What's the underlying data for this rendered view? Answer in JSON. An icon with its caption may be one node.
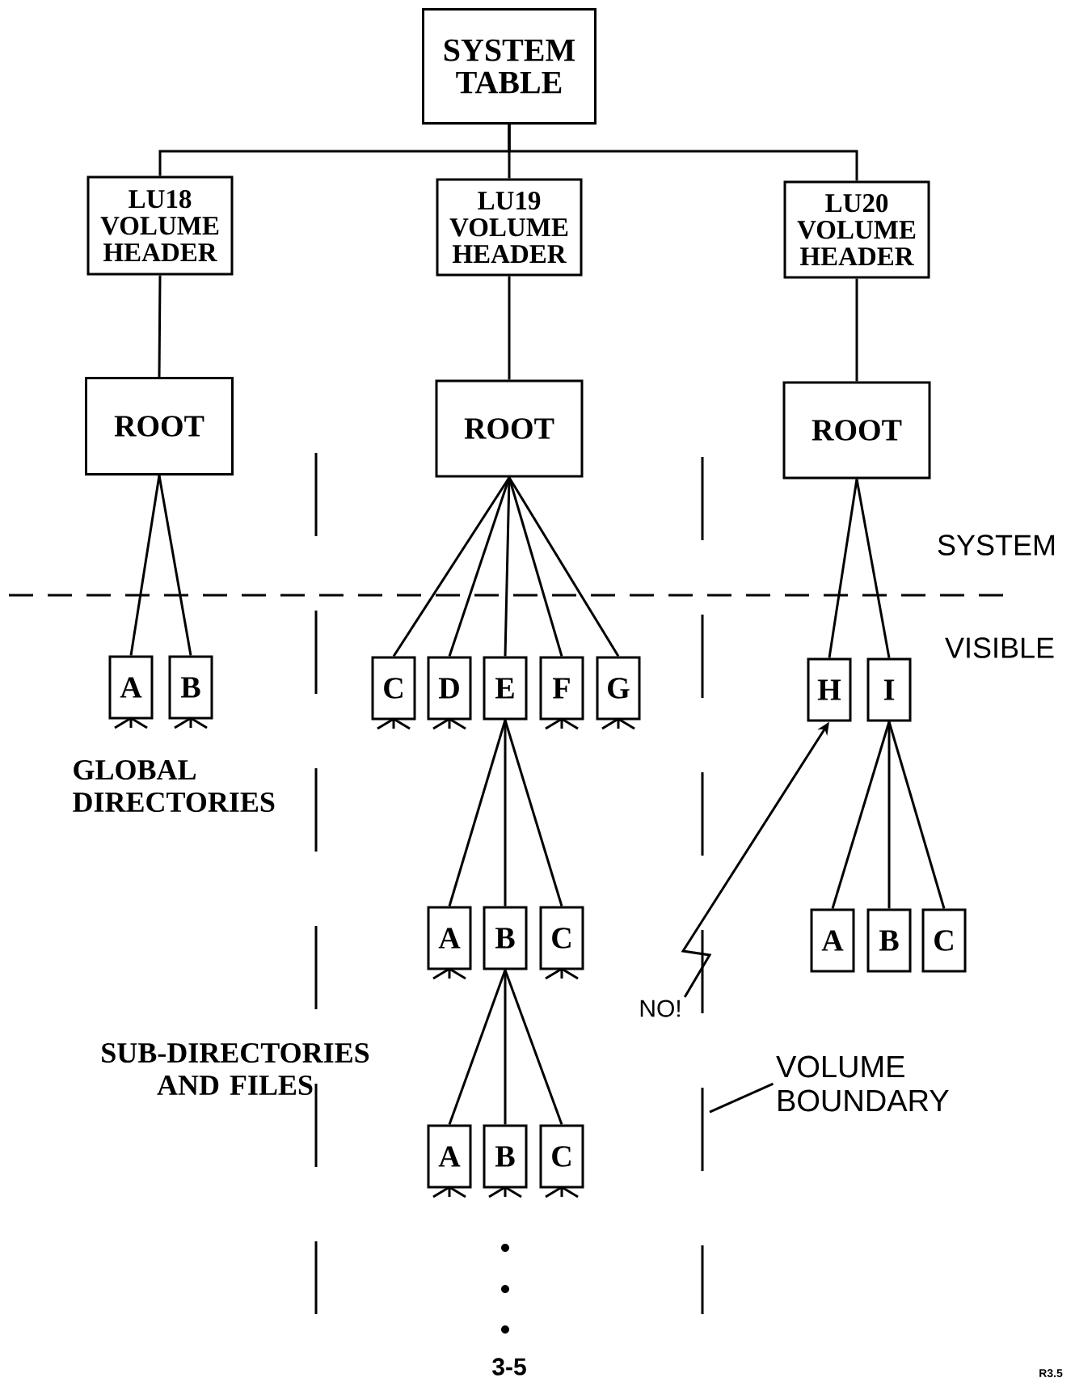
{
  "diagram": {
    "nodes": [
      {
        "text": [
          "SYSTEM TABLE"
        ]
      },
      {
        "text": [
          "LU18 VOLUME HEADER"
        ]
      },
      {
        "text": [
          "LU19 VOLUME HEADER"
        ]
      },
      {
        "text": [
          "LU20 VOLUME HEADER"
        ]
      },
      {
        "text": [
          "ROOT"
        ]
      },
      {
        "text": [
          "ROOT"
        ]
      },
      {
        "text": [
          "ROOT"
        ]
      },
      {
        "text": [
          "A"
        ]
      },
      {
        "text": [
          "B"
        ]
      },
      {
        "text": [
          "C"
        ]
      },
      {
        "text": [
          "D"
        ]
      },
      {
        "text": [
          "E"
        ]
      },
      {
        "text": [
          "F"
        ]
      },
      {
        "text": [
          "G"
        ]
      },
      {
        "text": [
          "H"
        ]
      },
      {
        "text": [
          "I"
        ]
      },
      {
        "text": [
          "A"
        ]
      },
      {
        "text": [
          "B"
        ]
      },
      {
        "text": [
          "C"
        ]
      },
      {
        "text": [
          "A"
        ]
      },
      {
        "text": [
          "B"
        ]
      },
      {
        "text": [
          "C"
        ]
      },
      {
        "text": [
          "NO!"
        ]
      },
      {
        "text": [
          "VOLUME BOUNDARY"
        ]
      },
      {
        "text": [
          "A"
        ]
      },
      {
        "text": [
          "B"
        ]
      },
      {
        "text": [
          "C"
        ]
      }
    ],
    "edges": [
      {
        "from": 0,
        "to": 1,
        "arrow": "none"
      },
      {
        "from": 0,
        "to": 2,
        "arrow": "none"
      },
      {
        "from": 0,
        "to": 3,
        "arrow": "none"
      },
      {
        "from": 1,
        "to": 4,
        "arrow": "none"
      },
      {
        "from": 2,
        "to": 5,
        "arrow": "none"
      },
      {
        "from": 3,
        "to": 6,
        "arrow": "none"
      },
      {
        "from": 4,
        "to": 7,
        "arrow": "none"
      },
      {
        "from": 4,
        "to": 8,
        "arrow": "none"
      },
      {
        "from": 5,
        "to": 9,
        "arrow": "none"
      },
      {
        "from": 5,
        "to": 10,
        "arrow": "none"
      },
      {
        "from": 5,
        "to": 11,
        "arrow": "none"
      },
      {
        "from": 5,
        "to": 12,
        "arrow": "none"
      },
      {
        "from": 5,
        "to": 13,
        "arrow": "none"
      },
      {
        "from": 6,
        "to": 14,
        "arrow": "none"
      },
      {
        "from": 6,
        "to": 15,
        "arrow": "none"
      },
      {
        "from": 11,
        "to": 16,
        "arrow": "none"
      },
      {
        "from": 11,
        "to": 17,
        "arrow": "none"
      },
      {
        "from": 11,
        "to": 18,
        "arrow": "none"
      },
      {
        "from": 15,
        "to": 19,
        "arrow": "none"
      },
      {
        "from": 15,
        "to": 20,
        "arrow": "none"
      },
      {
        "from": 15,
        "to": 21,
        "arrow": "none"
      },
      {
        "from": 22,
        "to": 14,
        "arrow": "to"
      },
      {
        "from": 23,
        "to": null,
        "arrow": "none"
      },
      {
        "from": 17,
        "to": 24,
        "arrow": "none"
      },
      {
        "from": 17,
        "to": 25,
        "arrow": "none"
      },
      {
        "from": 17,
        "to": 26,
        "arrow": "none"
      }
    ],
    "labels": [
      "SYSTEM",
      "VISIBLE",
      "GLOBAL DIRECTORIES",
      "SUB-DIRECTORIES AND FILES",
      "3-5",
      "R3.5"
    ]
  }
}
